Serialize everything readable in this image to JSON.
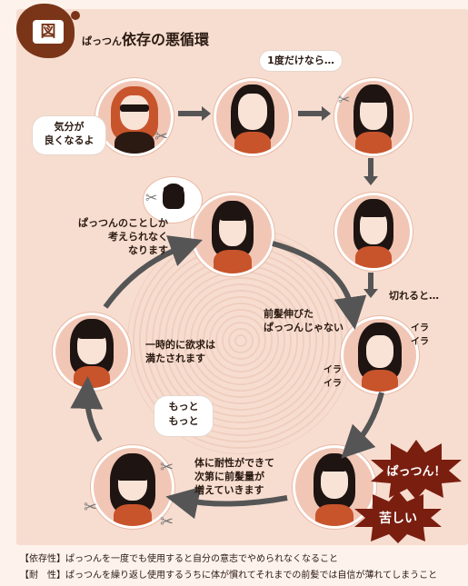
{
  "title": {
    "badge": "図",
    "prefix": "ぱっつん",
    "main": "依存の悪循環"
  },
  "colors": {
    "background": "#f7ddd0",
    "accent": "#c8542c",
    "dark": "#7a3518",
    "burst": "#7a1e10"
  },
  "bubbles": {
    "kibun": "気分が\n良くなるよ",
    "ichido": "1度だけなら…",
    "motto": "もっと\nもっと"
  },
  "labels": {
    "kirareru": "切れると…",
    "maegami": "前髪伸びた\nぱっつんじゃない",
    "ira1": "イラ\nイラ",
    "ira2": "イラ\nイラ",
    "patsun_only": "ぱっつんのことしか\n考えられなく\nなります",
    "ichijiteki": "一時的に欲求は\n満たされます",
    "taisei": "体に耐性ができて\n次第に前髪量が\n増えていきます"
  },
  "bursts": {
    "patsun": "ぱっつん！",
    "kurushii": "苦しい"
  },
  "notes": [
    {
      "term": "【依存性】",
      "text": "ぱっつんを一度でも使用すると自分の意志でやめられなくなること"
    },
    {
      "term": "【耐　性】",
      "text": "ぱっつんを繰り返し使用するうちに体が慣れてそれまでの前髪では自信が薄れてしまうこと"
    }
  ]
}
